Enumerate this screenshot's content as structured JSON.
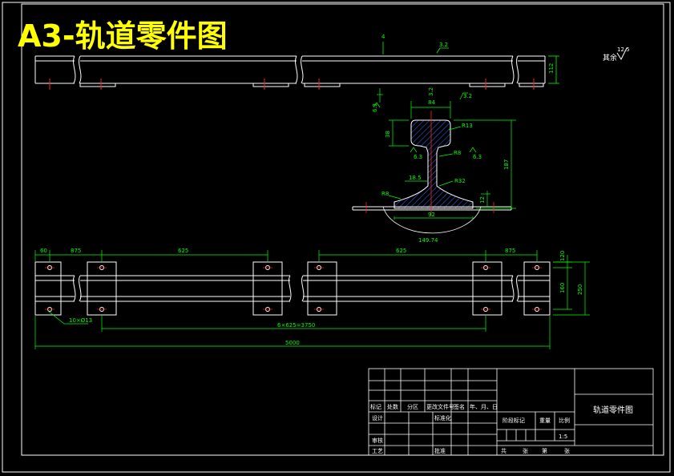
{
  "sheet": {
    "title": "A3-轨道零件图",
    "roughness": "其余",
    "roughness_value": "12.5"
  },
  "top_view": {
    "dim_height": "112",
    "dim_roughness": "3.2",
    "dim_small": "4"
  },
  "section": {
    "dim_head_width": "84",
    "dim_head_angle": "3.2",
    "dim_left_small": "6.3",
    "dim_head_h": "38",
    "dim_r13": "R13",
    "dim_r8": "R8",
    "dim_total_h": "187",
    "dim_web": "18.5",
    "dim_r32": "R32",
    "dim_r8b": "R8",
    "dim_foot_h": "12",
    "dim_foot_w": "92",
    "dim_arc": "149.74",
    "rough_a": "6.3",
    "rough_b": "6.3",
    "rough_c": "3.2"
  },
  "bottom_view": {
    "dim_a": "60",
    "dim_b": "875",
    "dim_c": "625",
    "dim_d": "625",
    "dim_e": "875",
    "dim_f": "120",
    "dim_g": "160",
    "dim_h": "250",
    "holes": "10×Ø13",
    "pitch": "6×625=3750",
    "total": "5000"
  },
  "title_block": {
    "row_labels": [
      "标记",
      "处数",
      "分区",
      "更改文件号",
      "签名",
      "年、月、日"
    ],
    "designer": "设计",
    "standard": "标准化",
    "review": "审核",
    "process": "工艺",
    "approve": "批准",
    "stage_mark": "阶段标记",
    "weight": "重量",
    "scale": "比例",
    "scale_value": "1:5",
    "sheets_total": "共",
    "sheets_label": "张",
    "sheet_no": "第",
    "sheet_label": "张",
    "drawing_name": "轨道零件图"
  }
}
